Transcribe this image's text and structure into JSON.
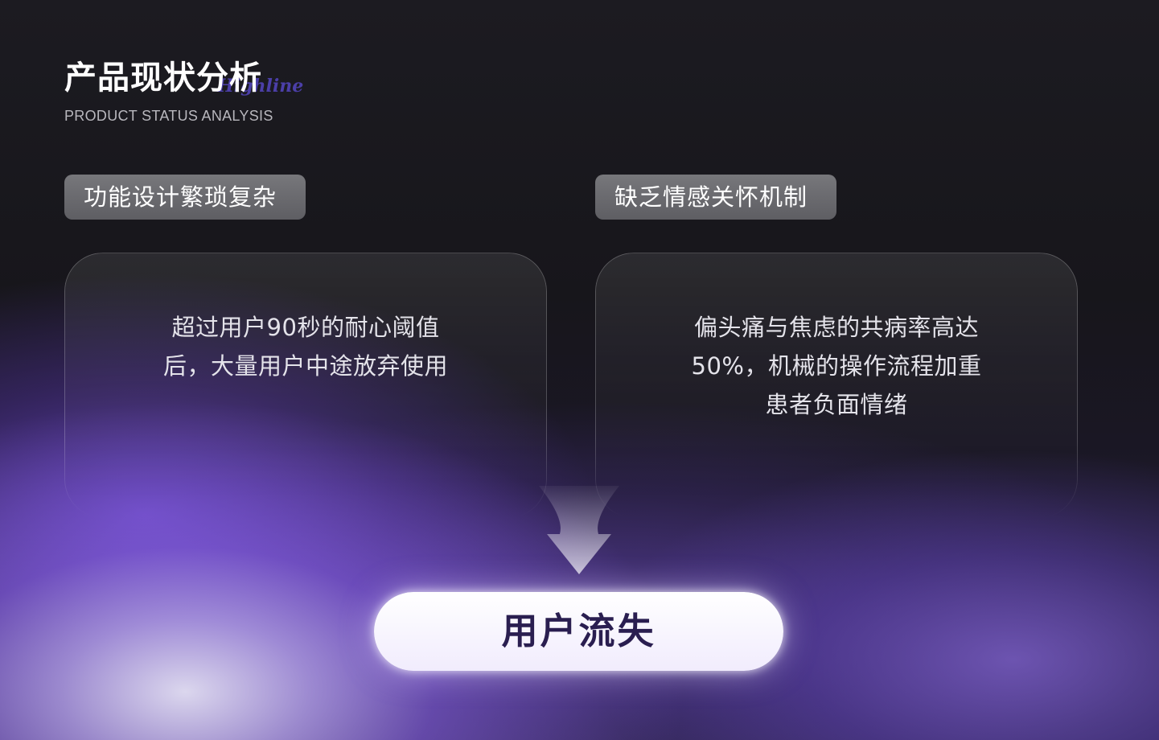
{
  "header": {
    "title": "产品现状分析",
    "watermark": "Highline",
    "subtitle": "PRODUCT STATUS ANALYSIS"
  },
  "columns": [
    {
      "tag": "功能设计繁琐复杂",
      "lines": [
        "超过用户90秒的耐心阈值",
        "后，大量用户中途放弃使用"
      ]
    },
    {
      "tag": "缺乏情感关怀机制",
      "lines": [
        "偏头痛与焦虑的共病率高达",
        "50%，机械的操作流程加重",
        "患者负面情绪"
      ]
    }
  ],
  "result": {
    "label": "用户流失"
  },
  "colors": {
    "accent": "#8a63e6",
    "result_text": "#2a1e50",
    "tag_bg": "#6a6a6f"
  }
}
